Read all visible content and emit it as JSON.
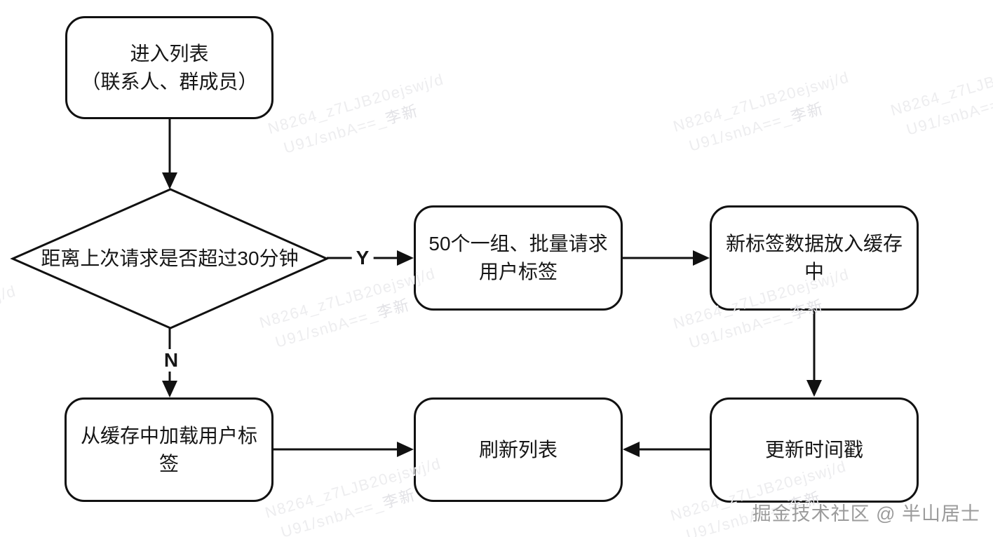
{
  "diagram": {
    "nodes": {
      "enter_list": {
        "line1": "进入列表",
        "line2": "（联系人、群成员）"
      },
      "decision": {
        "label": "距离上次请求是否超过30分钟"
      },
      "batch_request": {
        "line1": "50个一组、批量请求",
        "line2": "用户标签"
      },
      "cache_put": {
        "line1": "新标签数据放入缓存",
        "line2": "中"
      },
      "load_from_cache": {
        "line1": "从缓存中加载用户标",
        "line2": "签"
      },
      "refresh_list": {
        "label": "刷新列表"
      },
      "update_timestamp": {
        "label": "更新时间戳"
      }
    },
    "edge_labels": {
      "yes": "Y",
      "no": "N"
    }
  },
  "watermark": {
    "line1": "N8264_z7LJB20ejswj/d",
    "line2_prefix": "U91/snbA==_",
    "line2_name": "李新"
  },
  "footer": {
    "credit": "掘金技术社区 @ 半山居士"
  },
  "colors": {
    "stroke": "#111111",
    "background": "#ffffff",
    "watermark": "#ededef",
    "footer_text": "#9b9b9b"
  }
}
